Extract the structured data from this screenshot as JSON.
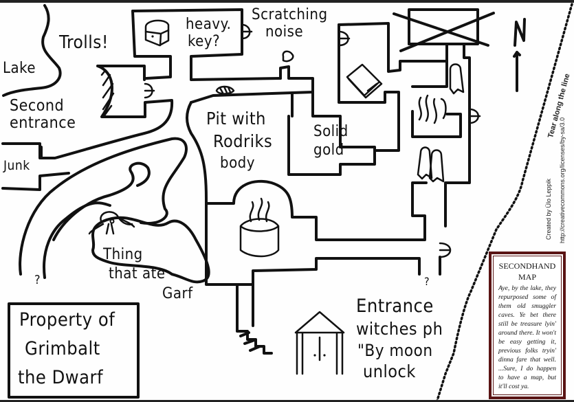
{
  "map": {
    "type": "hand-drawn dungeon map",
    "labels": {
      "lake": "Lake",
      "trolls": "Trolls!",
      "second_entrance_1": "Second",
      "second_entrance_2": "entrance",
      "junk": "Junk",
      "heavy_key_1": "heavy.",
      "heavy_key_2": "key?",
      "scratching_1": "Scratching",
      "scratching_2": "noise",
      "pit_1": "Pit with",
      "pit_2": "Rodriks",
      "pit_3": "body",
      "gold_1": "Solid",
      "gold_2": "gold",
      "thing_1": "Thing",
      "thing_2": "that ate",
      "thing_3": "Garf",
      "property_1": "Property of",
      "property_2": "Grimbalt",
      "property_3": "the Dwarf",
      "entrance_1": "Entrance",
      "entrance_2": "witches ph",
      "entrance_3": "\"By moon",
      "entrance_4": "unlock",
      "question_mark": "?",
      "north": "N"
    },
    "icons": [
      "treasure-chest-icon",
      "book-icon",
      "ghost-icon",
      "fire-pit-icon",
      "cauldron-icon",
      "bird-creature-icon",
      "skeleton-icon",
      "door-icon",
      "stairs-icon",
      "crossed-out-room-icon",
      "north-arrow-icon"
    ]
  },
  "margin": {
    "tear_line": "Tear along the line",
    "credit": "Created by Ülo Leppik",
    "license_url": "http://creativecommons.org/licenses/by-sa/3.0"
  },
  "note": {
    "title_1": "SECONDHAND",
    "title_2": "MAP",
    "body": "Aye, by the lake, they repurposed some of them old smuggler caves. Ye bet there still be treasure lyin' around there. It won't be easy getting it, previous folks tryin' dinna fare that well. ...Sure, I do happen to have a map, but it'll cost ya."
  },
  "colors": {
    "ink": "#111111",
    "paper": "#fefefe",
    "note_border": "#5a1414"
  }
}
